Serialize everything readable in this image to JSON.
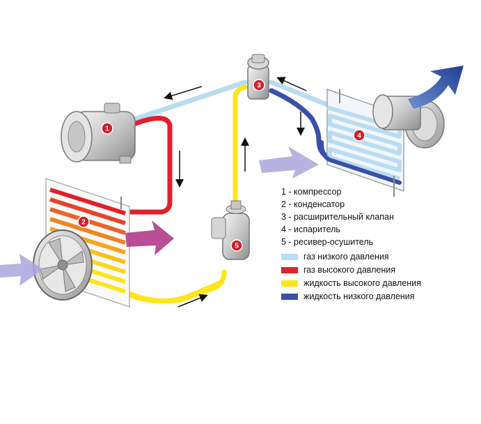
{
  "components": [
    {
      "number": "1",
      "label": "1 - компрессор"
    },
    {
      "number": "2",
      "label": "2 - конденсатор"
    },
    {
      "number": "3",
      "label": "3 - расширительный клапан"
    },
    {
      "number": "4",
      "label": "4 - испаритель"
    },
    {
      "number": "5",
      "label": "5 - ресивер-осушитель"
    }
  ],
  "legend": [
    {
      "label": "газ низкого давления",
      "color": "#b9dcf2"
    },
    {
      "label": "газ высокого давления",
      "color": "#e2202c"
    },
    {
      "label": "жидкость высокого давления",
      "color": "#ffe51a"
    },
    {
      "label": "жидкость низкого давления",
      "color": "#3a4fa8"
    }
  ],
  "colors": {
    "badge": "#d11f2a",
    "airflow_in": "#a9a6dc",
    "airflow_hot": "#b03c8a",
    "airflow_out": "#2c55a8"
  }
}
